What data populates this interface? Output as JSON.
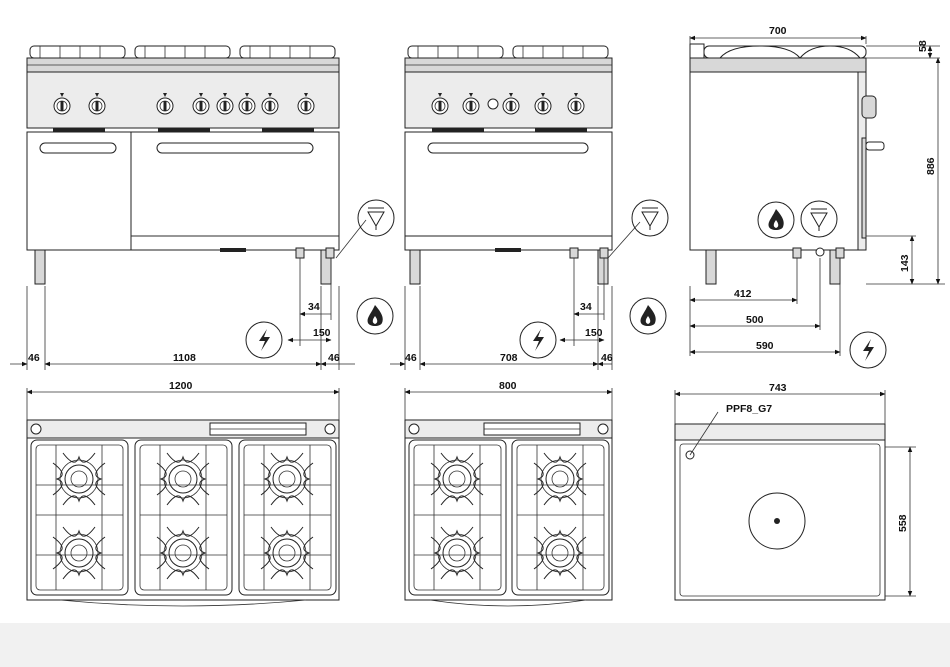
{
  "dimensions": {
    "front_large": {
      "overall_width": "1200",
      "inner_span": "1108",
      "left_offset": "46",
      "right_offset": "46",
      "gas_connection_offset": "34",
      "electric_connection_offset": "150"
    },
    "front_small": {
      "overall_width": "800",
      "inner_span": "708",
      "left_offset": "46",
      "right_offset": "46",
      "gas_connection_offset": "34",
      "electric_connection_offset": "150"
    },
    "side": {
      "depth": "700",
      "top_height": "58",
      "total_height": "886",
      "base_height": "143",
      "gas_depth": "412",
      "water_depth": "500",
      "electric_depth": "590"
    },
    "top_plate": {
      "width": "743",
      "depth": "558",
      "label": "PPF8_G7"
    }
  },
  "symbols": [
    "gas-flame-icon",
    "water-triangle-icon",
    "electric-bolt-icon"
  ],
  "colors": {
    "line": "#222222",
    "fill_grey": "#d8d8d8",
    "background": "#ffffff",
    "footer": "#f1f1f1"
  }
}
